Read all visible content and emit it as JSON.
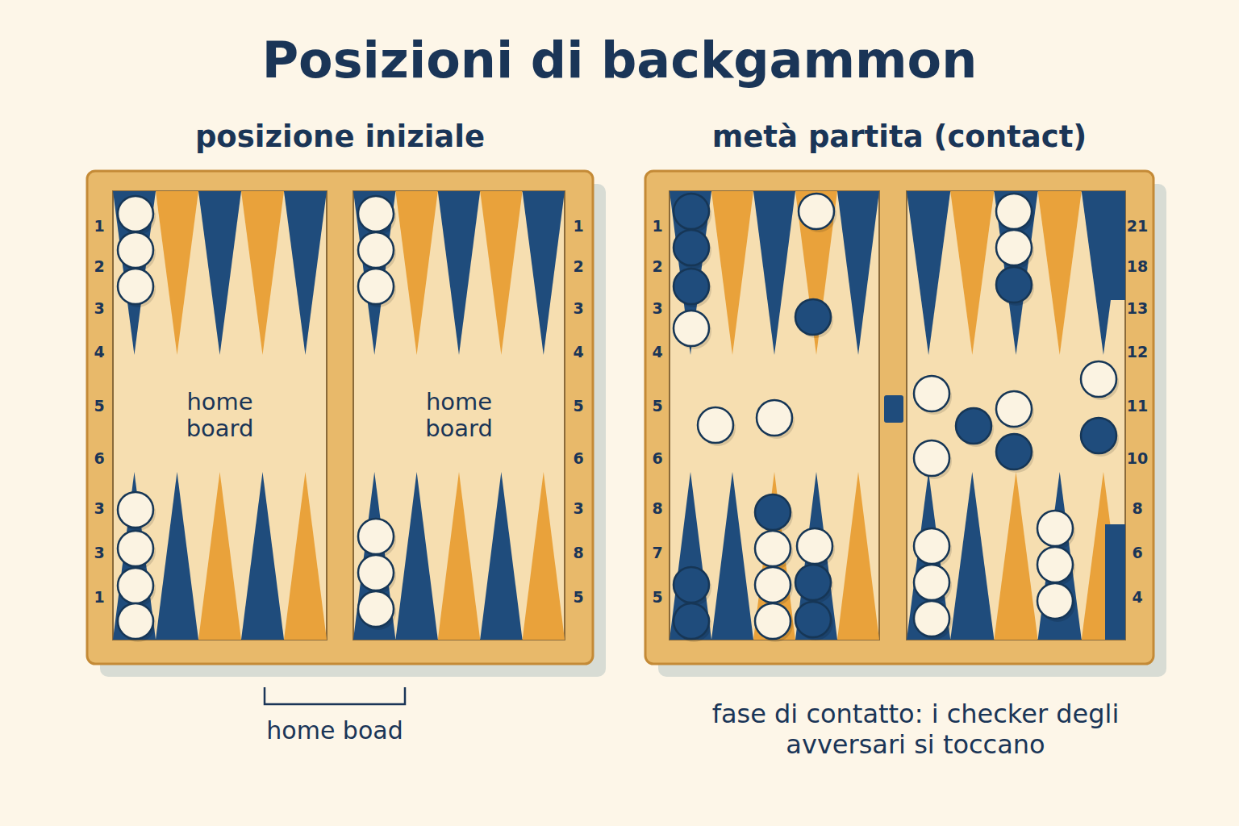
{
  "diagram": {
    "title": "Posizioni di backgammon",
    "caption": "fase di contatto: i checker degli avversari si toccano",
    "nodes": [
      {
        "text": [
          "posizione iniziale"
        ]
      },
      {
        "text": [
          "home board"
        ],
        "in": 0
      },
      {
        "text": [
          "home board"
        ],
        "in": 0
      },
      {
        "text": [
          "metà partita (contact)"
        ]
      }
    ],
    "labels": [
      "1",
      "2",
      "3",
      "4",
      "5",
      "6",
      "3",
      "3",
      "1",
      "1",
      "2",
      "3",
      "4",
      "5",
      "6",
      "3",
      "8",
      "5",
      "1",
      "2",
      "3",
      "4",
      "5",
      "6",
      "8",
      "7",
      "5",
      "21",
      "18",
      "13",
      "12",
      "11",
      "10",
      "8",
      "6",
      "4",
      "home boad"
    ]
  }
}
